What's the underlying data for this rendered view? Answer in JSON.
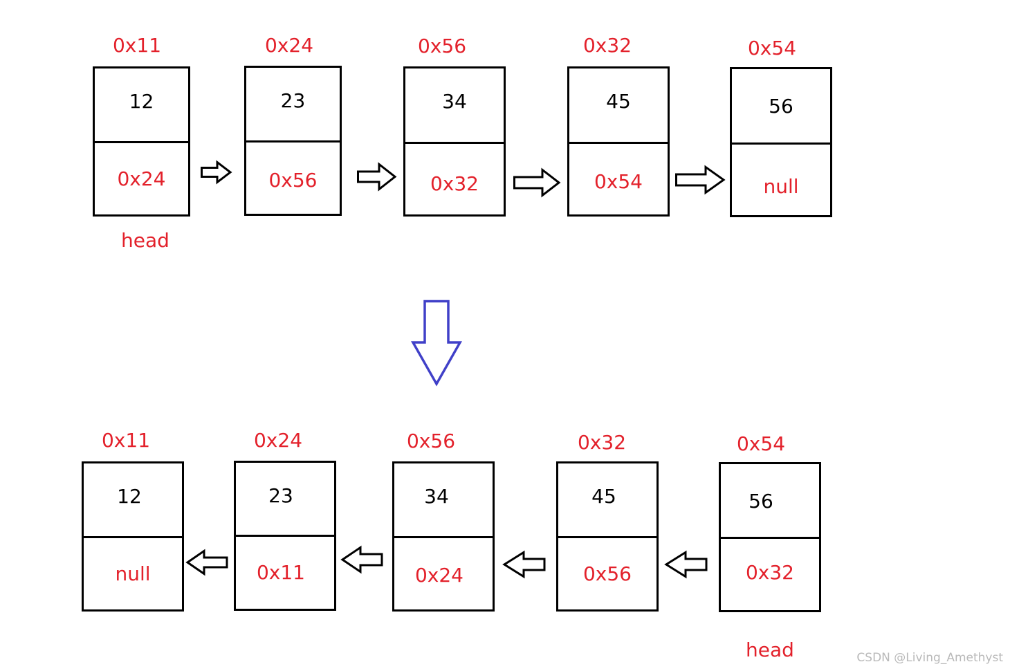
{
  "original_list": {
    "nodes": [
      {
        "address": "0x11",
        "value": "12",
        "next": "0x24"
      },
      {
        "address": "0x24",
        "value": "23",
        "next": "0x56"
      },
      {
        "address": "0x56",
        "value": "34",
        "next": "0x32"
      },
      {
        "address": "0x32",
        "value": "45",
        "next": "0x54"
      },
      {
        "address": "0x54",
        "value": "56",
        "next": "null"
      }
    ],
    "head_label": "head"
  },
  "reversed_list": {
    "nodes": [
      {
        "address": "0x11",
        "value": "12",
        "next": "null"
      },
      {
        "address": "0x24",
        "value": "23",
        "next": "0x11"
      },
      {
        "address": "0x56",
        "value": "34",
        "next": "0x24"
      },
      {
        "address": "0x32",
        "value": "45",
        "next": "0x56"
      },
      {
        "address": "0x54",
        "value": "56",
        "next": "0x32"
      }
    ],
    "head_label": "head"
  },
  "watermark": "CSDN @Living_Amethyst",
  "colors": {
    "address": "#e3212b",
    "pointer": "#e3212b",
    "value": "#000000",
    "transform_arrow": "#4040c8",
    "node_border": "#000000"
  },
  "icons": {
    "link_arrow_forward": "right-arrow-icon",
    "link_arrow_reversed": "left-arrow-icon",
    "transform_arrow": "down-arrow-icon"
  }
}
